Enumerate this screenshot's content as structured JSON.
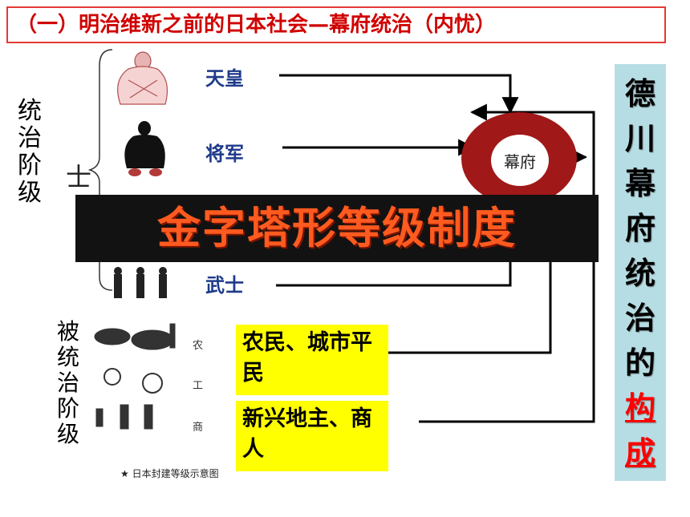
{
  "title": "（一）明治维新之前的日本社会—幕府统治（内忧）",
  "ruling_class": "统治阶级",
  "ruled_class": "被统治阶级",
  "shi": "士",
  "emperor": "天皇",
  "shogun": "将军",
  "bakufu": "幕府",
  "banner": "金字塔形等级制度",
  "samurai": "武士",
  "farmers": "农民、城市平民",
  "landlords": "新兴地主、商人",
  "side_title": [
    "德",
    "川",
    "幕",
    "府",
    "统",
    "治",
    "的",
    "构",
    "成"
  ],
  "image_labels": {
    "farm": "农",
    "craft": "工",
    "trade": "商"
  },
  "image_caption": "★ 日本封建等级示意图",
  "colors": {
    "title_red": "#d00000",
    "label_blue": "#1e3a8a",
    "ring": "#a01818",
    "banner_text": "#ff5a1f",
    "yellow": "#ffff00",
    "panel": "#b7dde4"
  }
}
